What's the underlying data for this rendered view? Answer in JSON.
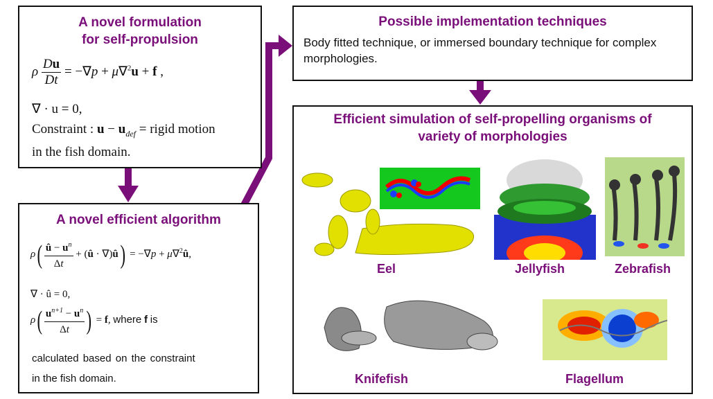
{
  "box1": {
    "title_line1": "A novel formulation",
    "title_line2": "for self-propulsion",
    "eq_line2": "∇ · u = 0,",
    "constraint_label": "Constraint :",
    "constraint_rest": "= rigid motion",
    "last_line": "in the fish domain."
  },
  "box2": {
    "title": "A novel efficient algorithm",
    "eq_line2": "∇ · û = 0,",
    "where_text": "where",
    "f_text": "f",
    "is_text": "is",
    "line5": "calculated based on the constraint",
    "line6": "in the fish domain."
  },
  "box3": {
    "title": "Possible implementation techniques",
    "body": "Body fitted technique, or immersed boundary technique for complex morphologies."
  },
  "box4": {
    "title_line1": "Efficient simulation of self-propelling organisms of",
    "title_line2": "variety of morphologies",
    "labels": {
      "eel": "Eel",
      "jellyfish": "Jellyfish",
      "zebrafish": "Zebrafish",
      "knifefish": "Knifefish",
      "flagellum": "Flagellum"
    }
  },
  "colors": {
    "accent": "#7a0f7a",
    "border": "#111111"
  }
}
